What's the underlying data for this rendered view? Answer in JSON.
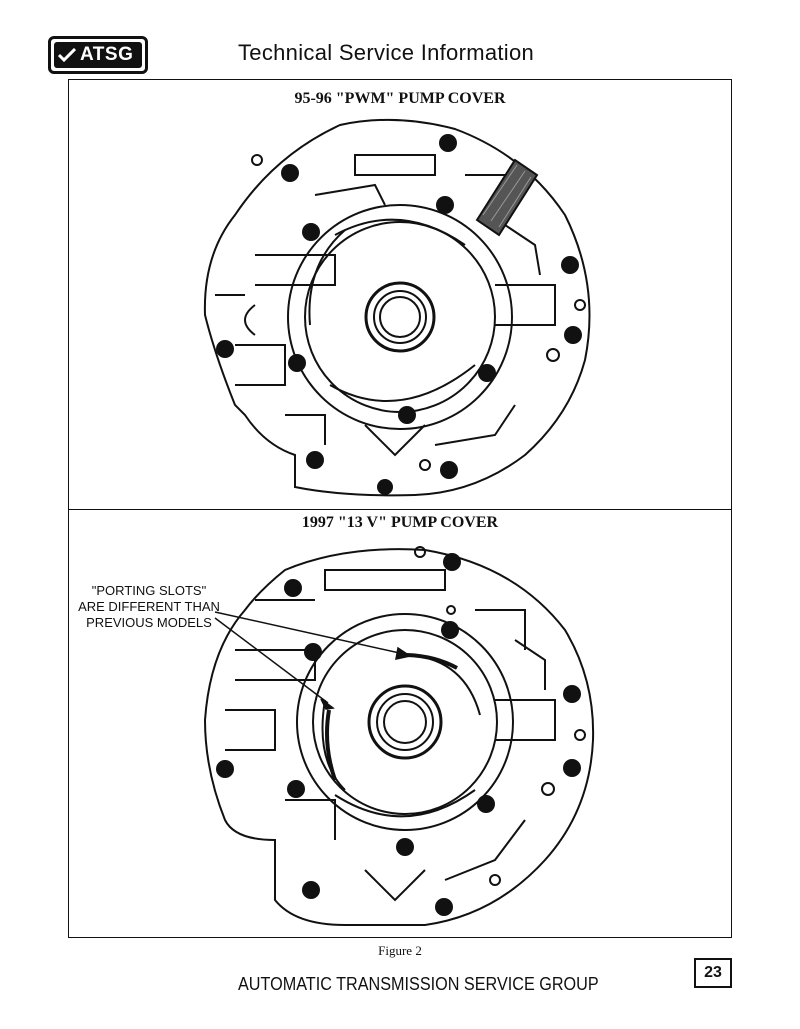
{
  "header": {
    "logo_text": "ATSG",
    "title": "Technical Service Information"
  },
  "panels": [
    {
      "title": "95-96 \"PWM\" PUMP COVER"
    },
    {
      "title": "1997 \"13 V\" PUMP COVER"
    }
  ],
  "callout": {
    "line1": "\"PORTING SLOTS\"",
    "line2": "ARE DIFFERENT THAN",
    "line3": "PREVIOUS MODELS"
  },
  "figure_caption": "Figure 2",
  "footer": {
    "text": "AUTOMATIC TRANSMISSION SERVICE GROUP",
    "page_number": "23"
  }
}
